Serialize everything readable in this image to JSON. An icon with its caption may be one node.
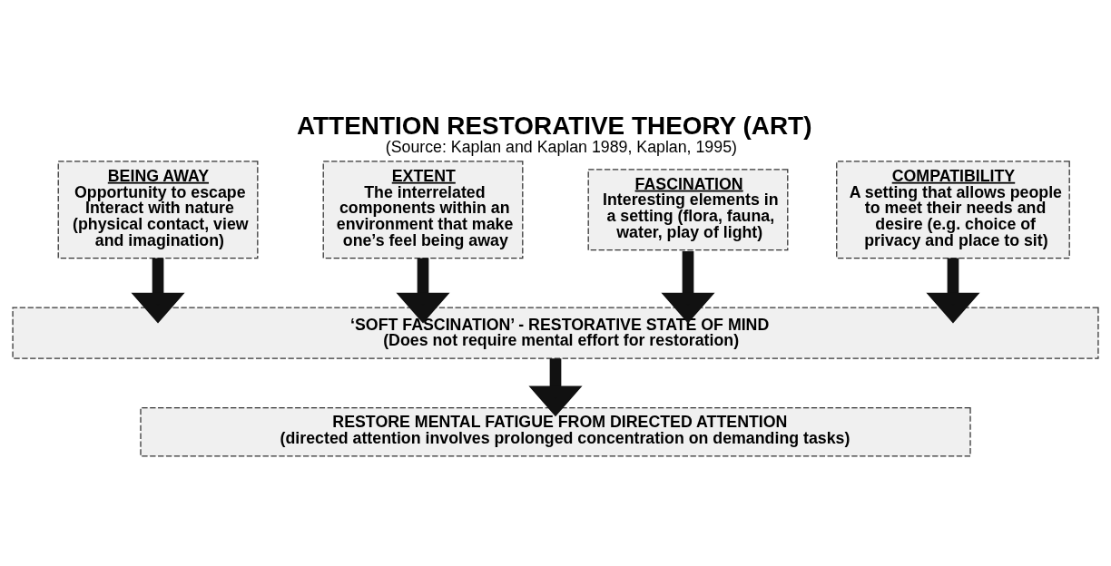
{
  "diagram": {
    "title": "ATTENTION RESTORATIVE THEORY (ART)",
    "caption": "(Source: Kaplan and Kaplan 1989, Kaplan, 1995)",
    "nodes": [
      {
        "text": [
          "BEING AWAY",
          "Opportunity to escape Interact with nature (physical contact, view and imagination)"
        ]
      },
      {
        "text": [
          "EXTENT",
          "The interrelated components within an environment that make one’s feel being away"
        ]
      },
      {
        "text": [
          "FASCINATION",
          "Interesting elements in a setting (flora, fauna, water, play of light)"
        ]
      },
      {
        "text": [
          "COMPATIBILITY",
          "A setting that allows people to meet their needs and desire (e.g. choice of privacy and place to sit)"
        ]
      },
      {
        "text": [
          "‘SOFT FASCINATION’ - RESTORATIVE STATE OF MIND",
          "(Does not require mental effort for restoration)"
        ]
      },
      {
        "text": [
          "RESTORE MENTAL FATIGUE FROM DIRECTED ATTENTION",
          "(directed attention involves prolonged concentration on demanding tasks)"
        ]
      }
    ],
    "edges": [
      {
        "from": 0,
        "to": 4,
        "arrow": "to"
      },
      {
        "from": 1,
        "to": 4,
        "arrow": "to"
      },
      {
        "from": 2,
        "to": 4,
        "arrow": "to"
      },
      {
        "from": 3,
        "to": 4,
        "arrow": "to"
      },
      {
        "from": 4,
        "to": 5,
        "arrow": "to"
      }
    ]
  }
}
